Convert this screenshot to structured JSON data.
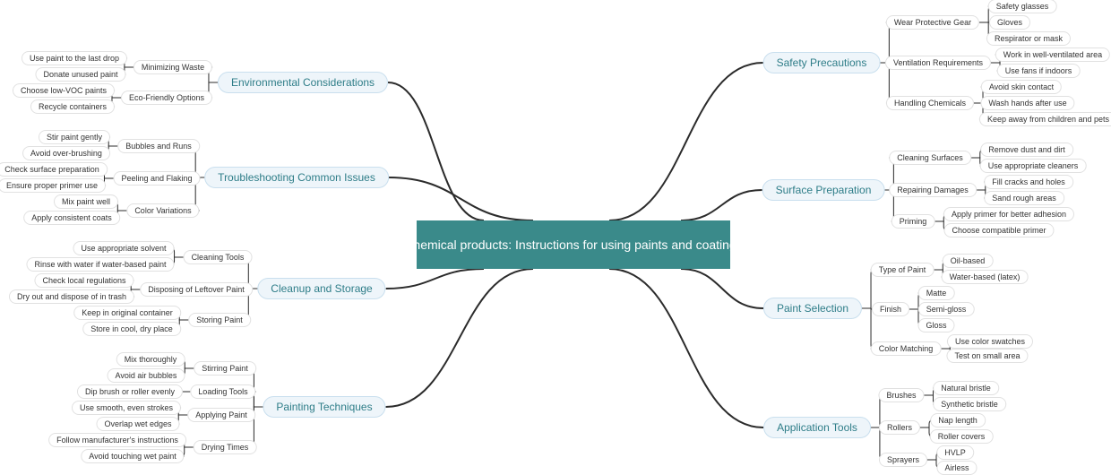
{
  "root": "Chemical products: Instructions for using paints and coatings",
  "right": [
    {
      "label": "Safety Precautions",
      "children": [
        {
          "label": "Wear Protective Gear",
          "children": [
            "Safety glasses",
            "Gloves",
            "Respirator or mask"
          ]
        },
        {
          "label": "Ventilation Requirements",
          "children": [
            "Work in well-ventilated area",
            "Use fans if indoors"
          ]
        },
        {
          "label": "Handling Chemicals",
          "children": [
            "Avoid skin contact",
            "Wash hands after use",
            "Keep away from children and pets"
          ]
        }
      ]
    },
    {
      "label": "Surface Preparation",
      "children": [
        {
          "label": "Cleaning Surfaces",
          "children": [
            "Remove dust and dirt",
            "Use appropriate cleaners"
          ]
        },
        {
          "label": "Repairing Damages",
          "children": [
            "Fill cracks and holes",
            "Sand rough areas"
          ]
        },
        {
          "label": "Priming",
          "children": [
            "Apply primer for better adhesion",
            "Choose compatible primer"
          ]
        }
      ]
    },
    {
      "label": "Paint Selection",
      "children": [
        {
          "label": "Type of Paint",
          "children": [
            "Oil-based",
            "Water-based (latex)"
          ]
        },
        {
          "label": "Finish",
          "children": [
            "Matte",
            "Semi-gloss",
            "Gloss"
          ]
        },
        {
          "label": "Color Matching",
          "children": [
            "Use color swatches",
            "Test on small area"
          ]
        }
      ]
    },
    {
      "label": "Application Tools",
      "children": [
        {
          "label": "Brushes",
          "children": [
            "Natural bristle",
            "Synthetic bristle"
          ]
        },
        {
          "label": "Rollers",
          "children": [
            "Nap length",
            "Roller covers"
          ]
        },
        {
          "label": "Sprayers",
          "children": [
            "HVLP",
            "Airless"
          ]
        }
      ]
    }
  ],
  "left": [
    {
      "label": "Environmental Considerations",
      "children": [
        {
          "label": "Minimizing Waste",
          "children": [
            "Use paint to the last drop",
            "Donate unused paint"
          ]
        },
        {
          "label": "Eco-Friendly Options",
          "children": [
            "Choose low-VOC paints",
            "Recycle containers"
          ]
        }
      ]
    },
    {
      "label": "Troubleshooting Common Issues",
      "children": [
        {
          "label": "Bubbles and Runs",
          "children": [
            "Stir paint gently",
            "Avoid over-brushing"
          ]
        },
        {
          "label": "Peeling and Flaking",
          "children": [
            "Check surface preparation",
            "Ensure proper primer use"
          ]
        },
        {
          "label": "Color Variations",
          "children": [
            "Mix paint well",
            "Apply consistent coats"
          ]
        }
      ]
    },
    {
      "label": "Cleanup and Storage",
      "children": [
        {
          "label": "Cleaning Tools",
          "children": [
            "Use appropriate solvent",
            "Rinse with water if water-based paint"
          ]
        },
        {
          "label": "Disposing of Leftover Paint",
          "children": [
            "Check local regulations",
            "Dry out and dispose of in trash"
          ]
        },
        {
          "label": "Storing Paint",
          "children": [
            "Keep in original container",
            "Store in cool, dry place"
          ]
        }
      ]
    },
    {
      "label": "Painting Techniques",
      "children": [
        {
          "label": "Stirring Paint",
          "children": [
            "Mix thoroughly",
            "Avoid air bubbles"
          ]
        },
        {
          "label": "Loading Tools",
          "children": [
            "Dip brush or roller evenly"
          ]
        },
        {
          "label": "Applying Paint",
          "children": [
            "Use smooth, even strokes",
            "Overlap wet edges"
          ]
        },
        {
          "label": "Drying Times",
          "children": [
            "Follow manufacturer's instructions",
            "Avoid touching wet paint"
          ]
        }
      ]
    }
  ],
  "colors": {
    "root": "#3a8a8a",
    "main_text": "#2e7d88",
    "main_fill": "#eef5fa",
    "edge": "#2b2b2b"
  }
}
